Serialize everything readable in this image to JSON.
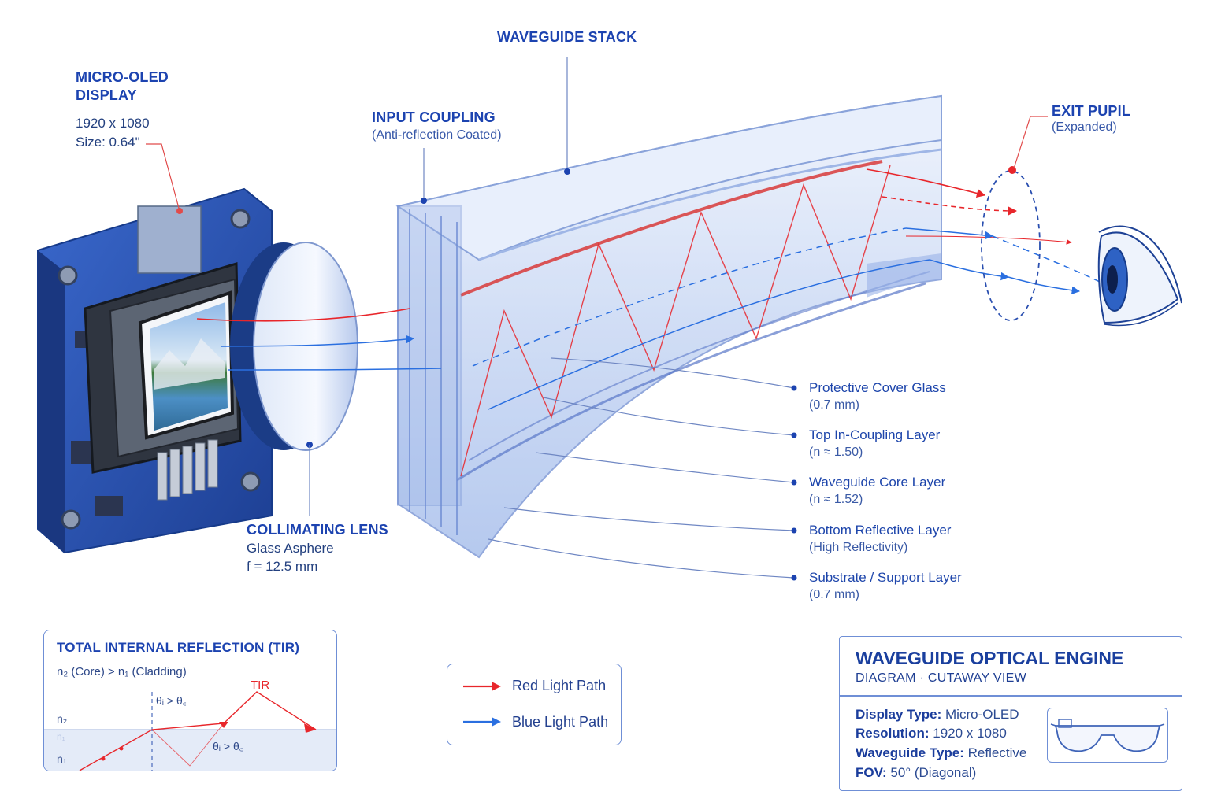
{
  "labels": {
    "waveguide_stack": "WAVEGUIDE STACK",
    "micro_oled_line1": "MICRO-OLED",
    "micro_oled_line2": "DISPLAY",
    "oled_res": "1920 x 1080",
    "oled_size": "Size: 0.64\"",
    "input_coupling": "INPUT COUPLING",
    "input_coupling_sub": "(Anti-reflection Coated)",
    "exit_pupil": "EXIT PUPIL",
    "exit_pupil_sub": "(Expanded)",
    "collimating_lens": "COLLIMATING LENS",
    "lens_type": "Glass Asphere",
    "lens_focal": "f = 12.5 mm"
  },
  "layers": [
    {
      "name": "Protective Cover Glass",
      "detail": "(0.7 mm)"
    },
    {
      "name": "Top In-Coupling Layer",
      "detail": "(n ≈ 1.50)"
    },
    {
      "name": "Waveguide Core Layer",
      "detail": "(n ≈ 1.52)"
    },
    {
      "name": "Bottom Reflective Layer",
      "detail": "(High Reflectivity)"
    },
    {
      "name": "Substrate / Support Layer",
      "detail": "(0.7 mm)"
    }
  ],
  "tir": {
    "title": "TOTAL INTERNAL REFLECTION (TIR)",
    "condition": "n₂ (Core) > n₁ (Cladding)",
    "tir_label": "TIR",
    "angle_top": "θᵢ > θ꜀",
    "angle_bottom": "θᵢ > θ꜀",
    "n2": "n₂",
    "n1_faint": "n₁",
    "n1": "n₁"
  },
  "legend": {
    "red": "Red Light Path",
    "blue": "Blue Light Path"
  },
  "engine": {
    "title": "WAVEGUIDE OPTICAL ENGINE",
    "subtitle": "DIAGRAM · CUTAWAY VIEW",
    "specs": [
      {
        "key": "Display Type:",
        "value": "Micro-OLED"
      },
      {
        "key": "Resolution:",
        "value": "1920 x 1080"
      },
      {
        "key": "Waveguide Type:",
        "value": "Reflective"
      },
      {
        "key": "FOV:",
        "value": "50° (Diagonal)"
      }
    ]
  },
  "colors": {
    "red_path": "#e8262b",
    "blue_path": "#2a6fe0",
    "label_blue": "#1c43b0",
    "pcb_blue": "#2a55b8",
    "leader_red": "#e14b4b"
  }
}
